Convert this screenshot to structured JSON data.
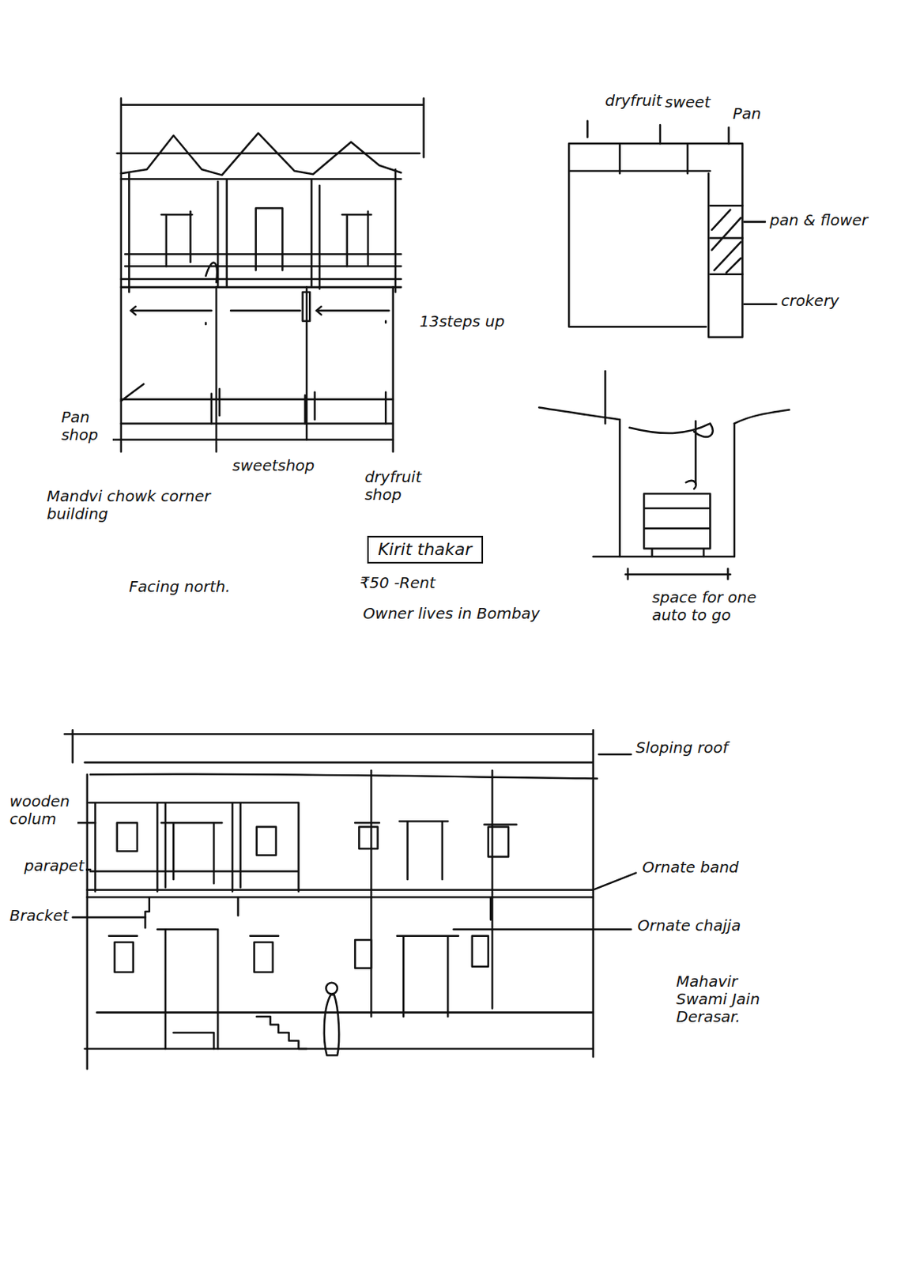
{
  "diagram": {
    "nodes": [
      {
        "text": [
          "Kirit thakar"
        ]
      }
    ],
    "labels": [
      "dryfruit",
      "sweet",
      "Pan",
      "pan & flower",
      "crokery",
      "13steps up",
      "Pan shop",
      "sweetshop",
      "dryfruit shop",
      "Mandvi chowk corner building",
      "Facing north.",
      "₹50 -Rent",
      "Owner lives in Bombay",
      "space for one auto to go",
      "Sloping roof",
      "wooden colum",
      "parapet",
      "Bracket",
      "Ornate band",
      "Ornate chajja",
      "Mahavir Swami Jain Derasar."
    ]
  }
}
